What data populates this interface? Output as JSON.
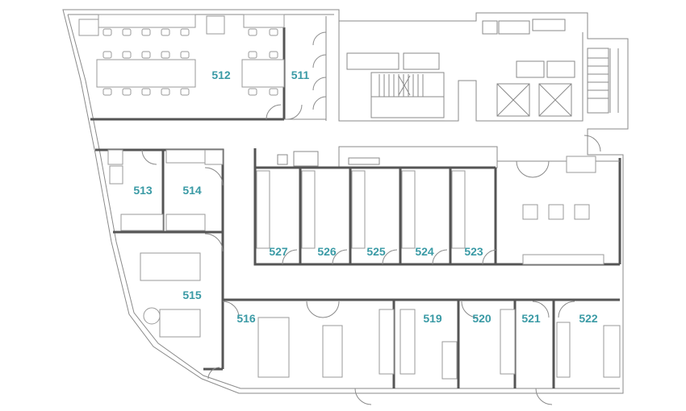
{
  "accent_color": "#3a9aa5",
  "rooms": [
    {
      "id": "512",
      "label": "512"
    },
    {
      "id": "511",
      "label": "511"
    },
    {
      "id": "513",
      "label": "513"
    },
    {
      "id": "514",
      "label": "514"
    },
    {
      "id": "515",
      "label": "515"
    },
    {
      "id": "516",
      "label": "516"
    },
    {
      "id": "519",
      "label": "519"
    },
    {
      "id": "520",
      "label": "520"
    },
    {
      "id": "521",
      "label": "521"
    },
    {
      "id": "522",
      "label": "522"
    },
    {
      "id": "527",
      "label": "527"
    },
    {
      "id": "526",
      "label": "526"
    },
    {
      "id": "525",
      "label": "525"
    },
    {
      "id": "524",
      "label": "524"
    },
    {
      "id": "523",
      "label": "523"
    }
  ]
}
